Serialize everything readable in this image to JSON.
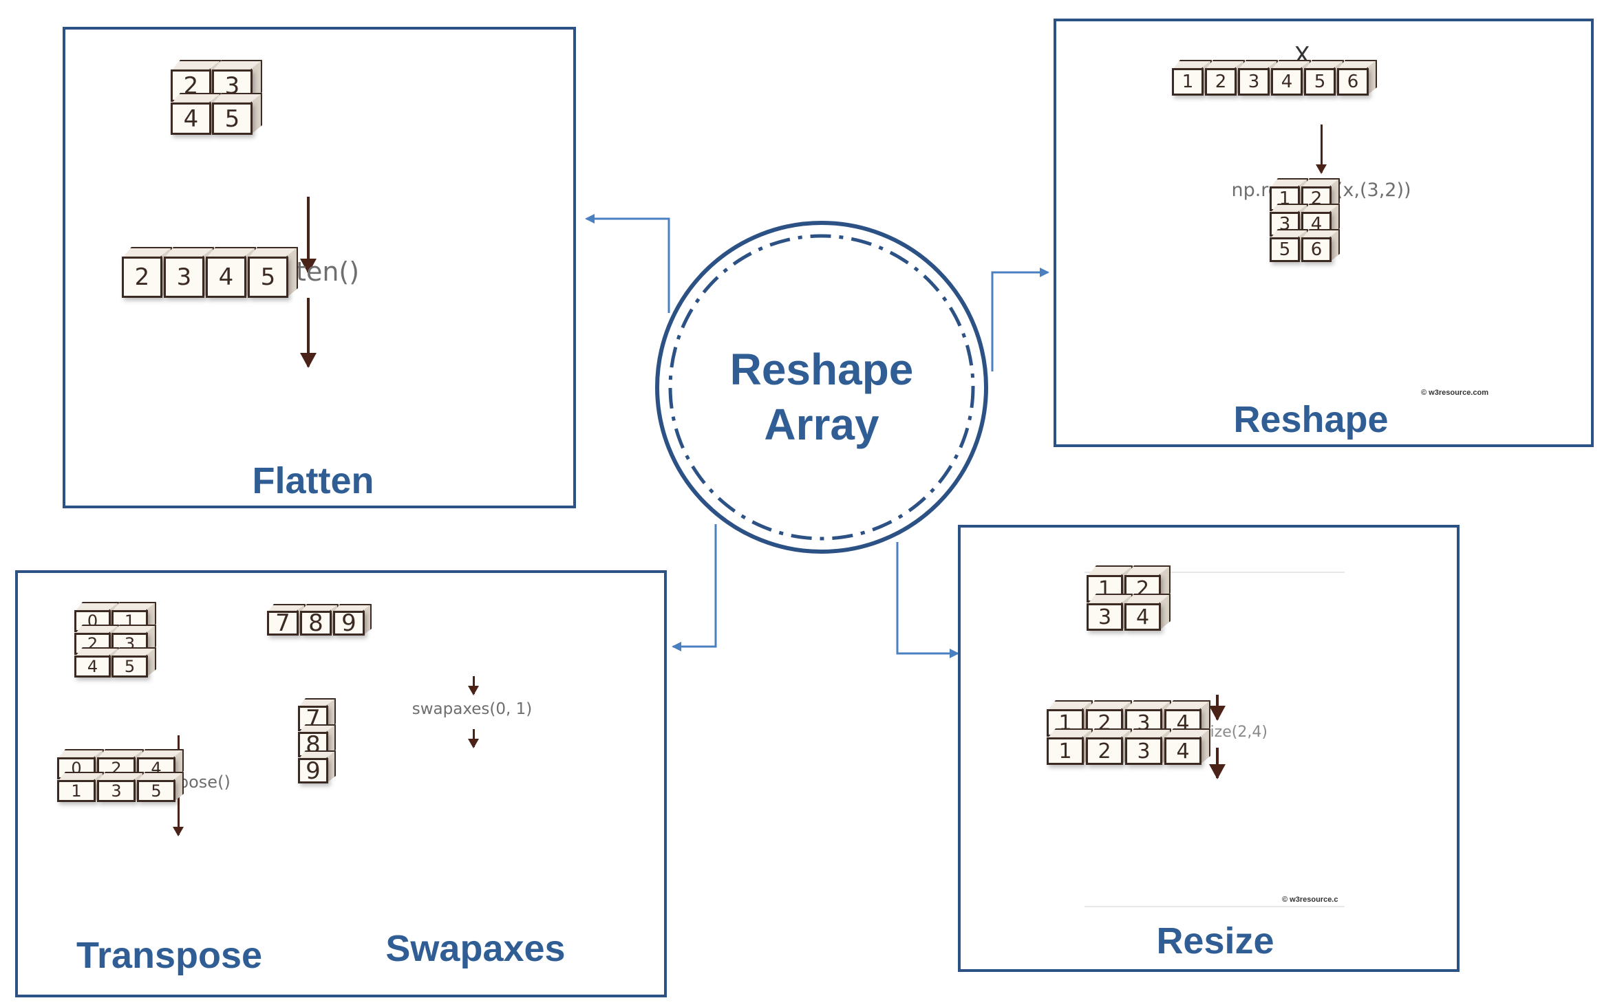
{
  "center": {
    "line1": "Reshape",
    "line2": "Array"
  },
  "flatten": {
    "title": "Flatten",
    "op": "flatten()",
    "input": [
      "2",
      "3",
      "4",
      "5"
    ],
    "output": [
      "2",
      "3",
      "4",
      "5"
    ]
  },
  "reshape": {
    "title": "Reshape",
    "var": "X",
    "op": "np.reshape(x,(3,2))",
    "input": [
      "1",
      "2",
      "3",
      "4",
      "5",
      "6"
    ],
    "output": [
      "1",
      "2",
      "3",
      "4",
      "5",
      "6"
    ],
    "credit": "© w3resource.com"
  },
  "transpose": {
    "title": "Transpose",
    "op": "transpose()",
    "input": [
      "0",
      "1",
      "2",
      "3",
      "4",
      "5"
    ],
    "output": [
      "0",
      "2",
      "4",
      "1",
      "3",
      "5"
    ]
  },
  "swapaxes": {
    "title": "Swapaxes",
    "op": "swapaxes(0, 1)",
    "input": [
      "7",
      "8",
      "9"
    ],
    "output": [
      "7",
      "8",
      "9"
    ]
  },
  "resize": {
    "title": "Resize",
    "op": "np.resize(2,4)",
    "input": [
      "1",
      "2",
      "3",
      "4"
    ],
    "output": [
      "1",
      "2",
      "3",
      "4",
      "1",
      "2",
      "3",
      "4"
    ],
    "credit": "© w3resource.c"
  },
  "colors": {
    "accent": "#2f5d94",
    "border": "#2c5184",
    "connector": "#4a7fc0",
    "cube_stroke": "#3a2a22"
  }
}
